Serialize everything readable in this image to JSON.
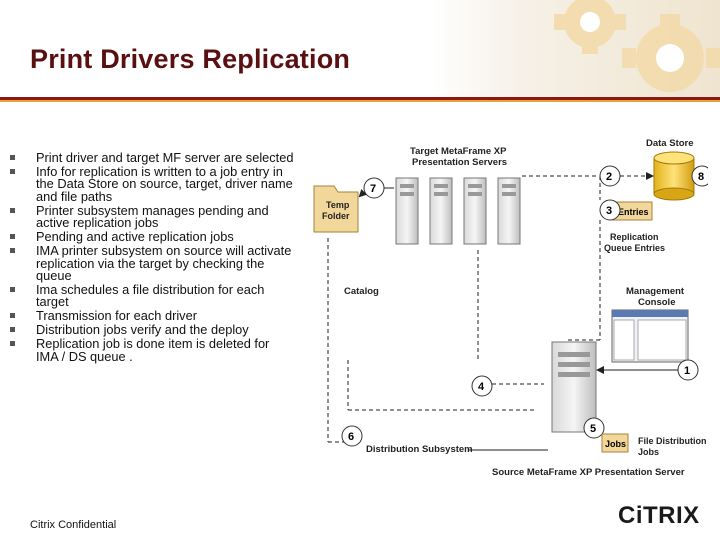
{
  "slide": {
    "title": "Print Drivers Replication",
    "bullets": [
      "Print driver and target MF server are selected",
      "Info for replication is written to a job entry in the Data Store on source, target, driver name and file paths",
      "Printer subsystem manages pending and active replication jobs",
      "Pending and active replication jobs",
      "IMA printer subsystem on source  will activate replication via the target by checking the queue",
      "Ima schedules a file distribution for each target",
      "Transmission for each driver",
      "Distribution jobs verify and the deploy",
      "Replication job is done item is deleted for IMA / DS queue ."
    ],
    "footer": "Citrix Confidential",
    "logo": "CiTRIX"
  },
  "diagram": {
    "target_servers_label": [
      "Target MetaFrame XP",
      "Presentation Servers"
    ],
    "temp_folder_label": [
      "Temp",
      "Folder"
    ],
    "data_store_label": "Data Store",
    "entries_label": "Entries",
    "replication_queue_label": [
      "Replication",
      "Queue Entries"
    ],
    "catalog_label": "Catalog",
    "management_console_label": [
      "Management",
      "Console"
    ],
    "jobs_label": "Jobs",
    "file_distribution_jobs_label": [
      "File Distribution",
      "Jobs"
    ],
    "distribution_subsystem_label": "Distribution Subsystem",
    "source_server_label": "Source MetaFrame XP Presentation Server",
    "step_numbers": [
      "1",
      "2",
      "3",
      "4",
      "5",
      "6",
      "7",
      "8"
    ]
  },
  "colors": {
    "title": "#5a1010",
    "accent_dark": "#8a1a0f",
    "accent_orange": "#e9a23a",
    "gear": "#f3dcae",
    "temp_folder": "#f2d79a"
  }
}
